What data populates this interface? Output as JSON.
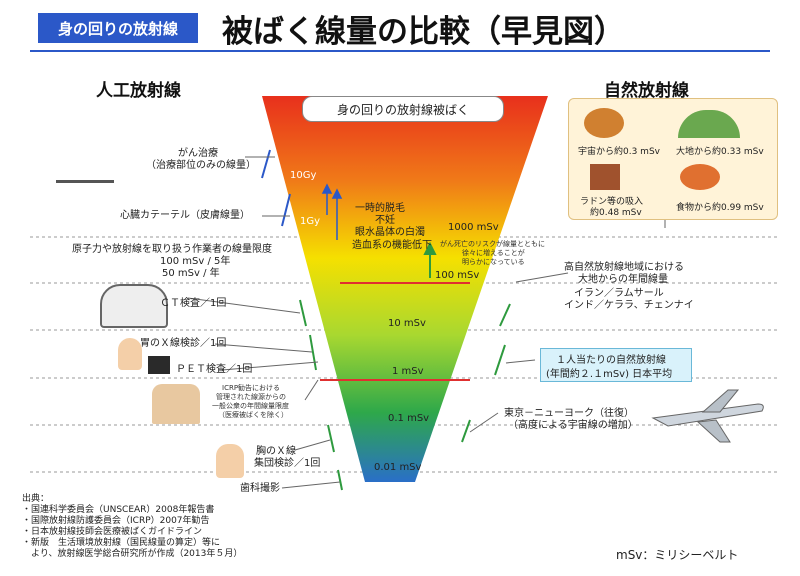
{
  "header": {
    "tag": "身の回りの放射線",
    "title": "被ばく線量の比較（早見図）"
  },
  "sections": {
    "artificial": "人工放射線",
    "natural": "自然放射線",
    "funnel_title": "身の回りの放射線被ばく"
  },
  "levels": [
    "10Gy",
    "1Gy",
    "1000 mSv",
    "100 mSv",
    "10 mSv",
    "1 mSv",
    "0.1 mSv",
    "0.01 mSv"
  ],
  "artificial_items": {
    "cancer": "がん治療",
    "cancer_note": "（治療部位のみの線量）",
    "catheter": "心臓カテーテル（皮膚線量）",
    "worker": "原子力や放射線を取り扱う作業者の線量限度",
    "worker_5y": "100 mSv / 5年",
    "worker_1y": "50 mSv / 年",
    "ct": "ＣＴ検査／1回",
    "stomach": "胃のＸ線検診／1回",
    "pet": "ＰＥＴ検査／1回",
    "icrp_1": "ICRP勧告における",
    "icrp_2": "管理された線源からの",
    "icrp_3": "一般公衆の年間線量限度",
    "icrp_4": "（医療被ばくを除く）",
    "chest_1": "胸のＸ線",
    "chest_2": "集団検診／1回",
    "dental": "歯科撮影"
  },
  "effects": {
    "hair": "一時的脱毛",
    "infertility": "不妊",
    "cataract": "眼水晶体の白濁",
    "hematopoietic": "造血系の機能低下",
    "cancer_risk_1": "がん死亡のリスクが線量とともに",
    "cancer_risk_2": "徐々に増えることが",
    "cancer_risk_3": "明らかになっている"
  },
  "natural_items": {
    "space": "宇宙から約0.3 mSv",
    "ground": "大地から約0.33 mSv",
    "radon_1": "ラドン等の吸入",
    "radon_2": "約0.48 mSv",
    "food": "食物から約0.99 mSv",
    "high_bg_1": "高自然放射線地域における",
    "high_bg_2": "大地からの年間線量",
    "iran": "イラン／ラムサール",
    "india": "インド／ケララ、チェンナイ",
    "avg_1": "１人当たりの自然放射線",
    "avg_2": "(年間約２.１mSv) 日本平均",
    "flight_1": "東京－ニューヨーク（往復）",
    "flight_2": "（高度による宇宙線の増加）"
  },
  "footer": {
    "source_label": "出典：",
    "sources": [
      "・国連科学委員会（UNSCEAR）2008年報告書",
      "・国際放射線防護委員会（ICRP）2007年勧告",
      "・日本放射線技師会医療被ばくガイドライン",
      "・新版　生活環境放射線（国民線量の算定）等に",
      "　より、放射線医学総合研究所が作成（2013年５月）"
    ],
    "unit": "mSv：ミリシーベルト"
  },
  "colors": {
    "accent": "#2b58c8",
    "funnel_top": "#e8301c",
    "funnel_mid": "#f5e000",
    "funnel_low": "#2ea84a",
    "funnel_bottom": "#2a6fc8",
    "highlight": "#e03030",
    "green_marker": "#2e9a3e",
    "blue_marker": "#2b58c8"
  }
}
